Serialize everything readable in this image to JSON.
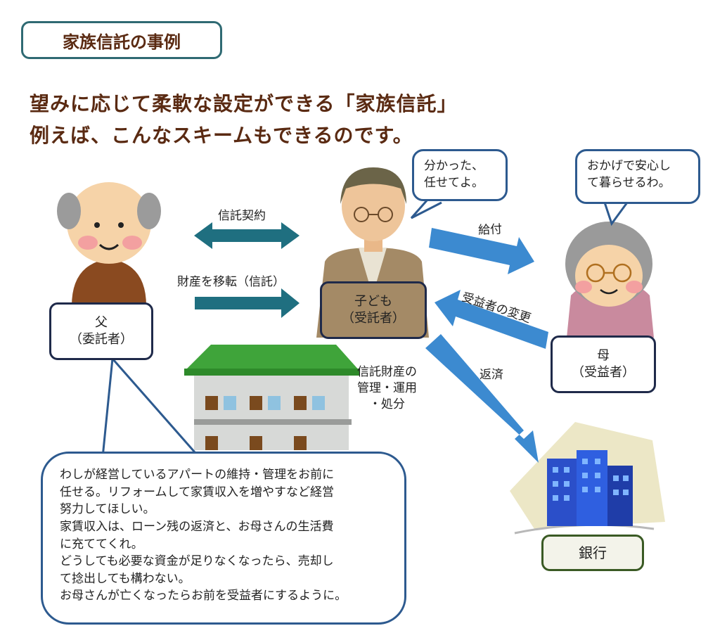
{
  "title": "家族信託の事例",
  "headline": {
    "line1": "望みに応じて柔軟な設定ができる「家族信託」",
    "line2": "例えば、こんなスキームもできるのです。"
  },
  "roles": {
    "father": {
      "name": "父",
      "role": "（委託者）"
    },
    "child": {
      "name": "子ども",
      "role": "（受託者）"
    },
    "mother": {
      "name": "母",
      "role": "（受益者）"
    },
    "bank": {
      "name": "銀行"
    }
  },
  "arrows": {
    "trust_contract": "信託契約",
    "transfer": "財産を移転（信託）",
    "payment": "給付",
    "beneficiary_change": "受益者の変更",
    "repayment": "返済",
    "management": [
      "信託財産の",
      "管理・運用",
      "・処分"
    ]
  },
  "speech": {
    "child": [
      "分かった、",
      "任せてよ。"
    ],
    "mother": [
      "おかげで安心し",
      "て暮らせるわ。"
    ],
    "father": [
      "わしが経営しているアパートの維持・管理をお前に",
      "任せる。リフォームして家賃収入を増やすなど経営",
      "努力してほしい。",
      "家賃収入は、ローン残の返済と、お母さんの生活費",
      "に充ててくれ。",
      "どうしても必要な資金が足りなくなったら、売却し",
      "て捻出しても構わない。",
      "お母さんが亡くなったらお前を受益者にするように。"
    ]
  },
  "colors": {
    "title_text": "#5a2a12",
    "teal_arrow": "#1f6f80",
    "blue_arrow": "#3c8ad0",
    "box_border": "#1f2a4a",
    "speech_border": "#2d5a8f"
  }
}
